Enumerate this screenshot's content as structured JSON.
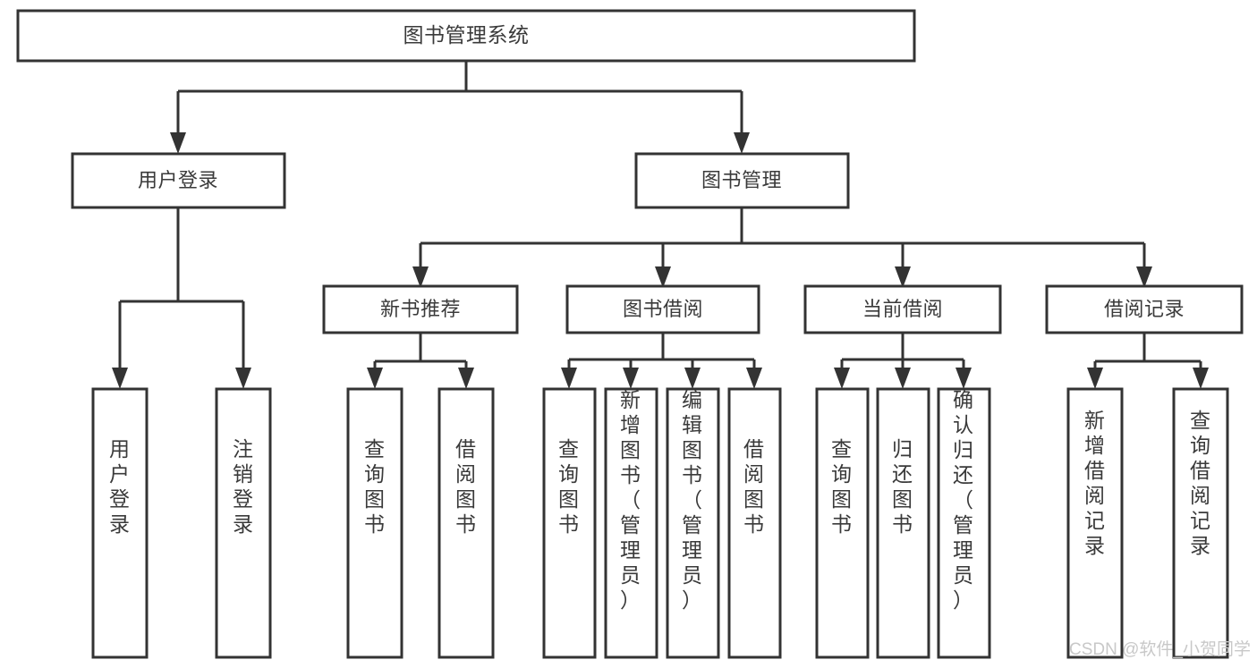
{
  "diagram": {
    "title_node": {
      "label": "图书管理系统"
    },
    "level1": [
      {
        "label": "用户登录"
      },
      {
        "label": "图书管理"
      }
    ],
    "level2": [
      {
        "label": "新书推荐"
      },
      {
        "label": "图书借阅"
      },
      {
        "label": "当前借阅"
      },
      {
        "label": "借阅记录"
      }
    ],
    "leaves": {
      "user_login": [
        {
          "label": "用户登录"
        },
        {
          "label": "注销登录"
        }
      ],
      "new_book_recommend": [
        {
          "label": "查询图书"
        },
        {
          "label": "借阅图书"
        }
      ],
      "book_borrow": [
        {
          "label": "查询图书"
        },
        {
          "label": "新增图书（管理员）"
        },
        {
          "label": "编辑图书（管理员）"
        },
        {
          "label": "借阅图书"
        }
      ],
      "current_borrow": [
        {
          "label": "查询图书"
        },
        {
          "label": "归还图书"
        },
        {
          "label": "确认归还（管理员）"
        }
      ],
      "borrow_record": [
        {
          "label": "新增借阅记录"
        },
        {
          "label": "查询借阅记录"
        }
      ]
    }
  },
  "watermark": {
    "text": "CSDN @软件_小贺同学"
  },
  "colors": {
    "box_stroke": "#333333",
    "box_fill": "#ffffff",
    "text": "#3a3a3a",
    "watermark": "#c8c8c8",
    "background": "#ffffff"
  }
}
